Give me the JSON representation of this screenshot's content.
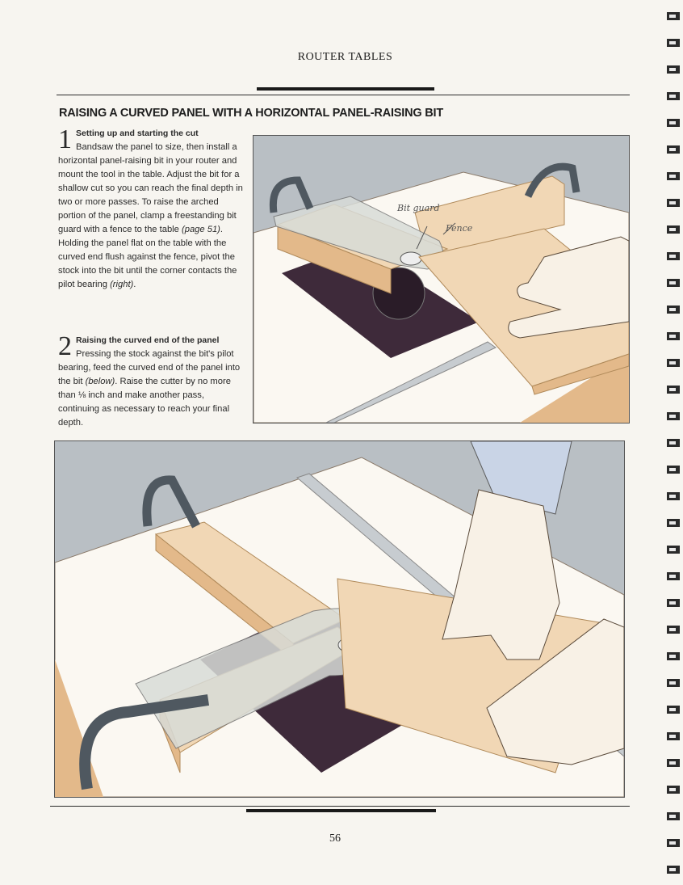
{
  "page": {
    "running_head": "ROUTER TABLES",
    "section_title": "RAISING A CURVED PANEL WITH A HORIZONTAL PANEL-RAISING BIT",
    "folio": "56"
  },
  "steps": [
    {
      "number": "1",
      "heading": "Setting up and starting the cut",
      "text_a": "Bandsaw the panel to size, then install a horizontal panel-raising bit in your router and mount the tool in the table. Adjust the bit for a shallow cut so you can reach the final depth in two or more passes. To raise the arched portion of the panel, clamp a freestanding bit guard with a fence to the table ",
      "ref": "(page 51)",
      "text_b": ". Holding the panel flat on the table with the curved end flush against the fence, pivot the stock into the bit until the corner contacts the pilot bearing ",
      "ref2": "(right)",
      "text_c": "."
    },
    {
      "number": "2",
      "heading": "Raising the curved end of the panel",
      "text_a": "Pressing the stock against the bit's pilot bearing, feed the curved end of the panel into the bit ",
      "ref": "(below)",
      "text_b": ". Raise the cutter by no more than ⅛ inch and make another pass, continuing as necessary to reach your final depth."
    }
  ],
  "figure_labels": {
    "bit_guard": "Bit guard",
    "fence": "Fence"
  },
  "colors": {
    "paper": "#f7f5f0",
    "table": "#fbf8f2",
    "wood": "#f1d7b5",
    "wood_edge": "#e3b98a",
    "insert": "#3e2a3a",
    "clamp": "#4f5860",
    "guard": "#d8dcd8",
    "background_gray": "#b9bfc4",
    "skin": "#f8f1e6",
    "sleeve": "#c9d4e6"
  }
}
